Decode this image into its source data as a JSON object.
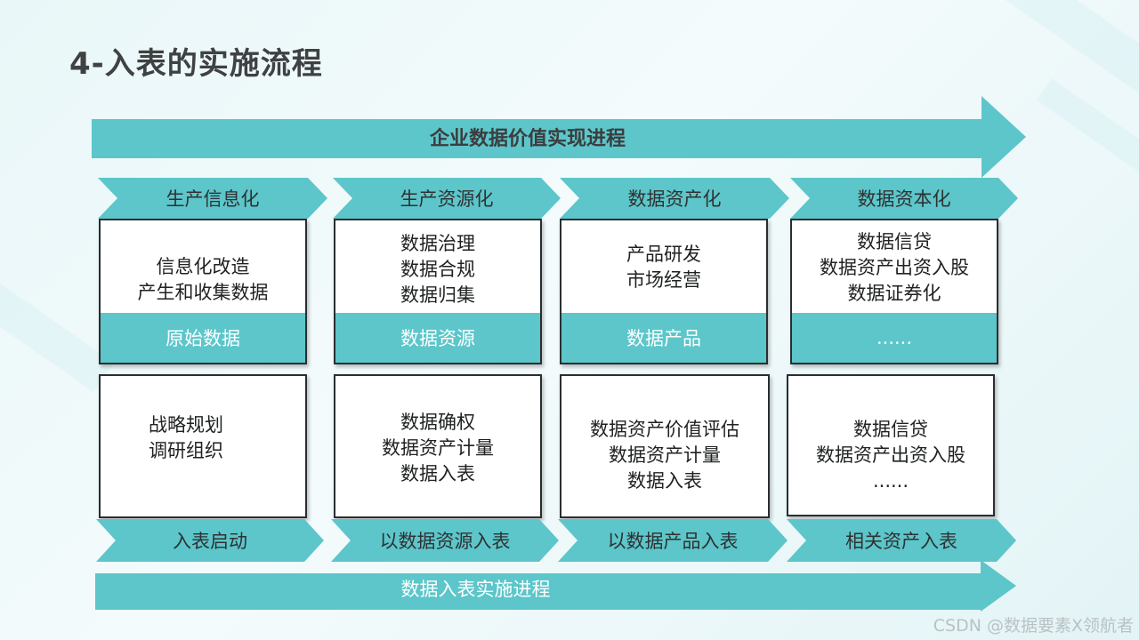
{
  "title": "4-入表的实施流程",
  "top_arrow": "企业数据价值实现进程",
  "bottom_arrow": "数据入表实施进程",
  "watermark": "CSDN @数据要素X领航者",
  "stages": [
    {
      "header": "生产信息化",
      "upper_lines": [
        "信息化改造",
        "产生和收集数据"
      ],
      "upper_band": "原始数据",
      "lower_lines": [
        "战略规划",
        "调研组织"
      ],
      "footer": "入表启动"
    },
    {
      "header": "生产资源化",
      "upper_lines": [
        "数据治理",
        "数据合规",
        "数据归集"
      ],
      "upper_band": "数据资源",
      "lower_lines": [
        "数据确权",
        "数据资产计量",
        "数据入表"
      ],
      "footer": "以数据资源入表"
    },
    {
      "header": "数据资产化",
      "upper_lines": [
        "产品研发",
        "市场经营"
      ],
      "upper_band": "数据产品",
      "lower_lines": [
        "数据资产价值评估",
        "数据资产计量",
        "数据入表"
      ],
      "footer": "以数据产品入表"
    },
    {
      "header": "数据资本化",
      "upper_lines": [
        "数据信贷",
        "数据资产出资入股",
        "数据证券化"
      ],
      "upper_band": "......",
      "lower_lines": [
        "数据信贷",
        "数据资产出资入股",
        "......"
      ],
      "footer": "相关资产入表"
    }
  ]
}
